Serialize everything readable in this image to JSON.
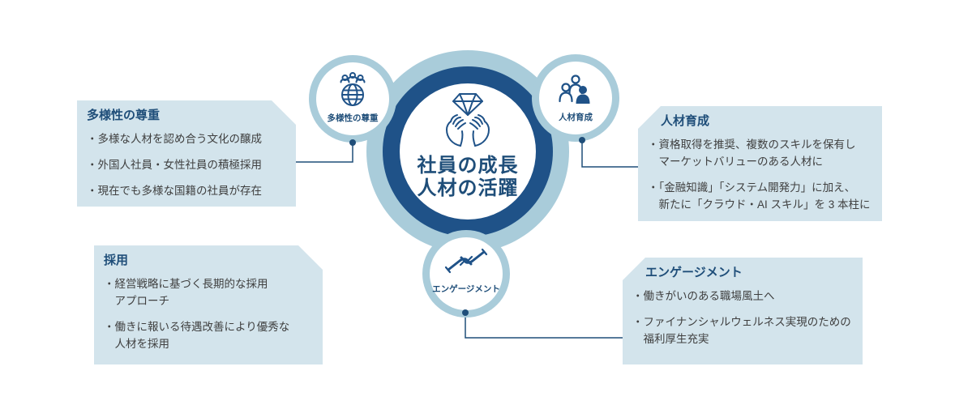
{
  "palette": {
    "dark_blue": "#1F5288",
    "navy_text": "#1F4E79",
    "light_ring": "#A9CCDA",
    "box_bg": "#D3E4EC",
    "body_text": "#3F3F3F"
  },
  "center": {
    "line1": "社員の成長",
    "line2": "人材の活躍"
  },
  "nodes": [
    {
      "label": "多様性の尊重",
      "icon": "globe-people-icon"
    },
    {
      "label": "人材育成",
      "icon": "people-group-icon"
    },
    {
      "label": "エンゲージメント",
      "icon": "handshake-icon"
    }
  ],
  "boxes": {
    "diversity": {
      "title": "多様性の尊重",
      "bullets": [
        "・多様な人材を認め合う文化の醸成",
        "・外国人社員・女性社員の積極採用",
        "・現在でも多様な国籍の社員が存在"
      ]
    },
    "development": {
      "title": "人材育成",
      "bullets": [
        "・資格取得を推奨、複数のスキルを保有し\nマーケットバリューのある人材に",
        "・「金融知識」「システム開発力」に加え、\n新たに「クラウド・AI スキル」を 3 本柱に"
      ]
    },
    "recruitment": {
      "title": "採用",
      "bullets": [
        "・経営戦略に基づく長期的な採用\nアプローチ",
        "・働きに報いる待遇改善により優秀な\n人材を採用"
      ]
    },
    "engagement": {
      "title": "エンゲージメント",
      "bullets": [
        "・働きがいのある職場風土へ",
        "・ファイナンシャルウェルネス実現のための\n福利厚生充実"
      ]
    }
  }
}
